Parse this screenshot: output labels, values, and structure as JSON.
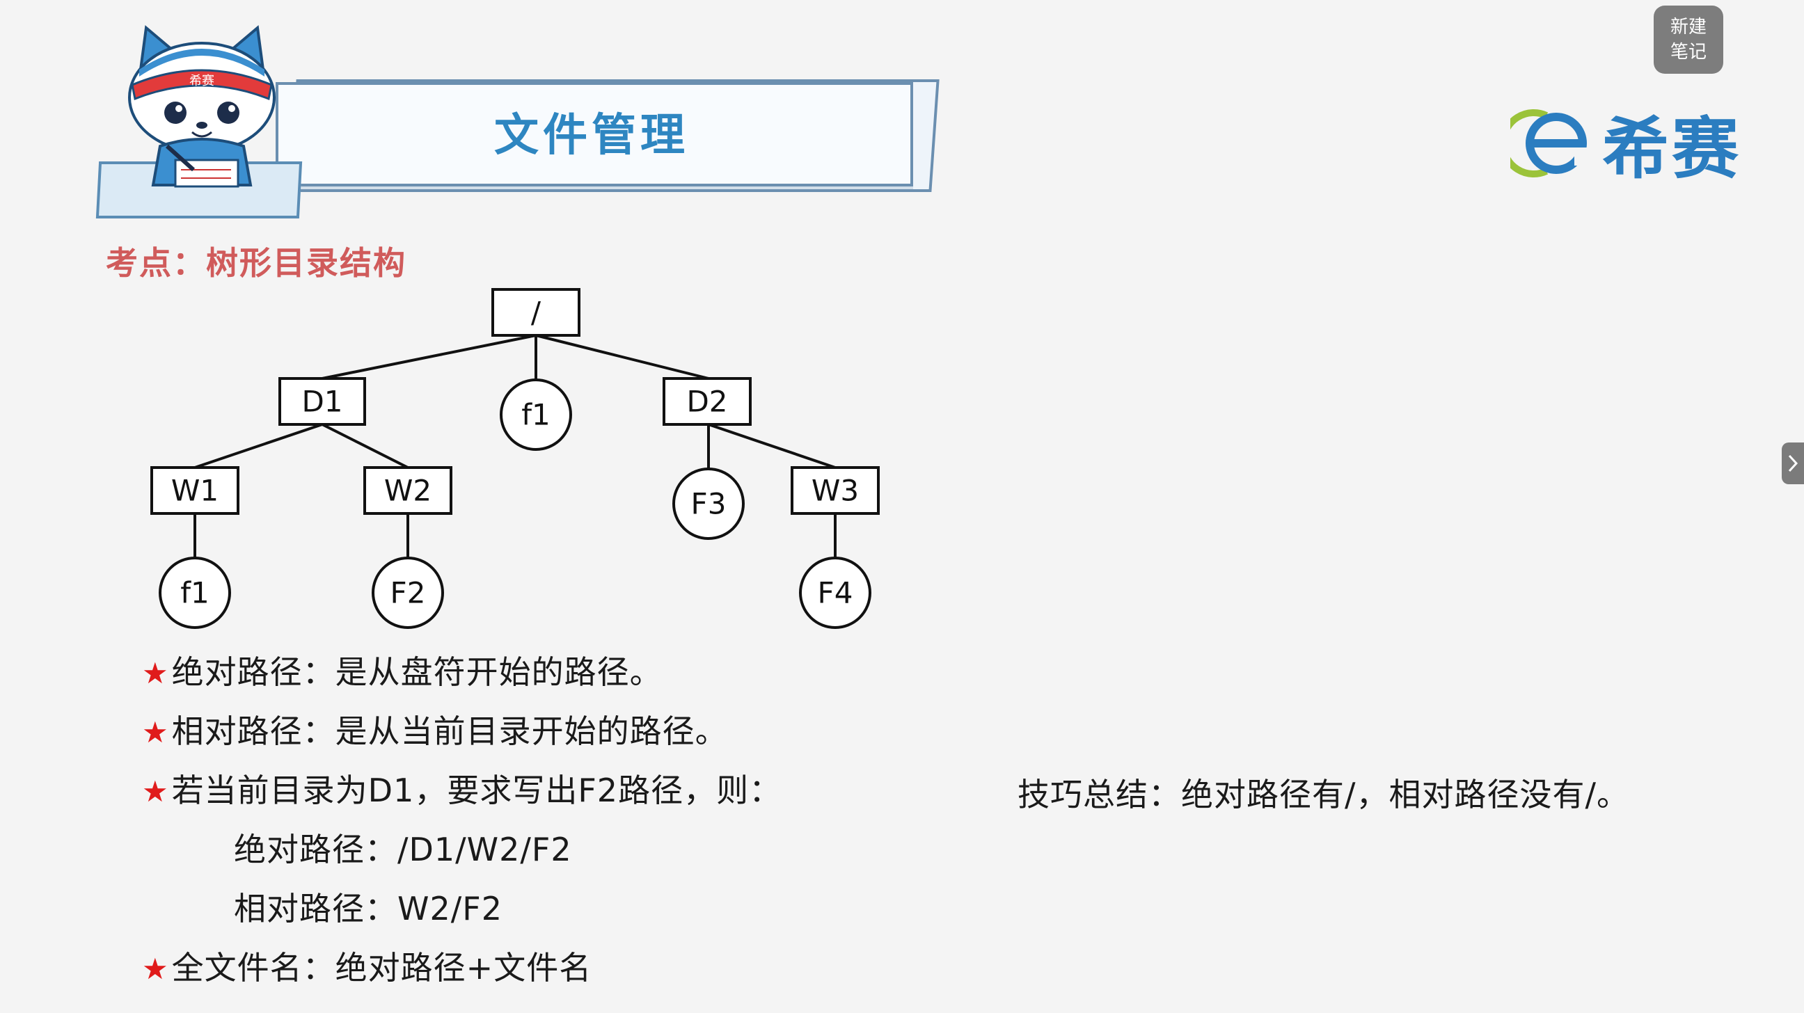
{
  "banner": {
    "title": "文件管理"
  },
  "mascot": {
    "headband_text": "希赛"
  },
  "logo": {
    "text": "希赛"
  },
  "note_button": {
    "line1": "新建",
    "line2": "笔记"
  },
  "topic": "考点：树形目录结构",
  "tree": {
    "root": "/",
    "d1": "D1",
    "f1_mid": "f1",
    "d2": "D2",
    "w1": "W1",
    "w2": "W2",
    "f3": "F3",
    "w3": "W3",
    "f1_leaf": "f1",
    "f2": "F2",
    "f4": "F4"
  },
  "bullets": {
    "b1": "绝对路径：是从盘符开始的路径。",
    "b2": "相对路径：是从当前目录开始的路径。",
    "b3": "若当前目录为D1，要求写出F2路径，则：",
    "b3_abs": "绝对路径：/D1/W2/F2",
    "b3_rel": "相对路径：W2/F2",
    "b4": "全文件名：绝对路径+文件名"
  },
  "tip": "技巧总结：绝对路径有/，相对路径没有/。",
  "colors": {
    "title": "#2e86c1",
    "topic": "#d05b5b",
    "star": "#e01b1b",
    "banner_border": "#6b8fb0"
  }
}
